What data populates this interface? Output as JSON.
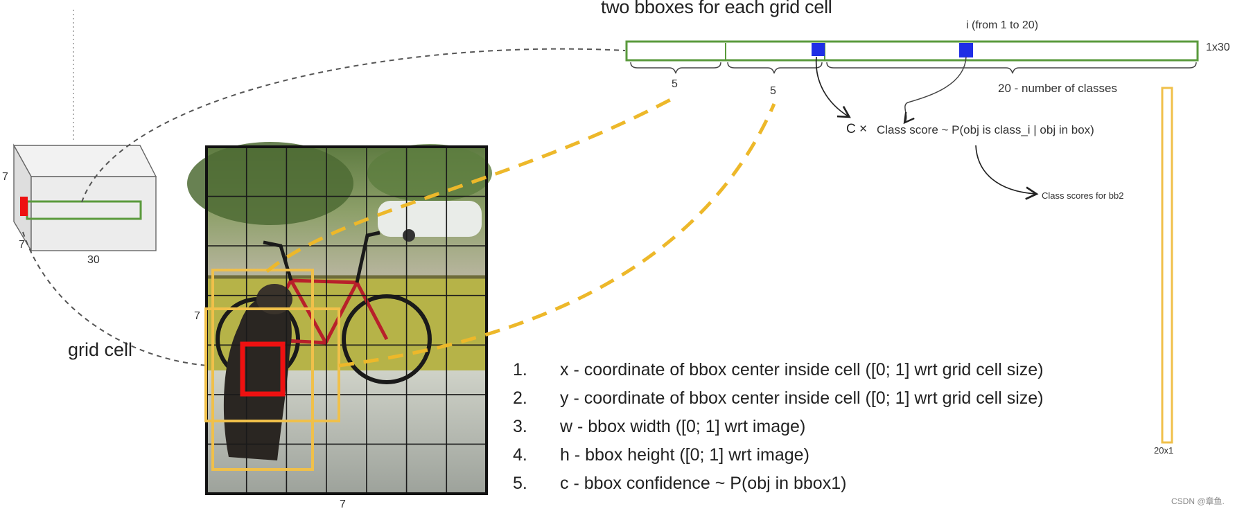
{
  "labels": {
    "top_title": "two bboxes for each grid cell",
    "i_range": "i (from 1 to 20)",
    "vector_size": "1x30",
    "brace_5_a": "5",
    "brace_5_b": "5",
    "number_of_classes": "20 - number of classes",
    "c_times": "C ×",
    "class_score_formula": "Class score ~ P(obj is class_i | obj in box)",
    "class_scores_bb2": "Class scores for bb2",
    "column_vector_size": "20x1",
    "cube_height": "7",
    "cube_depth": "7",
    "cube_width": "30",
    "grid_height": "7",
    "grid_width": "7",
    "grid_cell": "grid cell",
    "watermark": "CSDN @章鱼."
  },
  "bbox_params": [
    {
      "num": "1.",
      "text": "x - coordinate of bbox center inside cell ([0; 1] wrt grid cell size)"
    },
    {
      "num": "2.",
      "text": "y - coordinate of bbox center inside cell ([0; 1] wrt grid cell size)"
    },
    {
      "num": "3.",
      "text": "w - bbox width ([0; 1] wrt image)"
    },
    {
      "num": "4.",
      "text": "h - bbox height ([0; 1] wrt image)"
    },
    {
      "num": "5.",
      "text": "c - bbox confidence ~ P(obj in bbox1)"
    }
  ],
  "colors": {
    "vector_green": "#5a9a3c",
    "highlight_blue": "#1f2ee6",
    "bbox_yellow": "#f0c04a",
    "dash_yellow": "#edb82a",
    "cell_red": "#ee1111",
    "grid_line": "#1a1a1a"
  }
}
